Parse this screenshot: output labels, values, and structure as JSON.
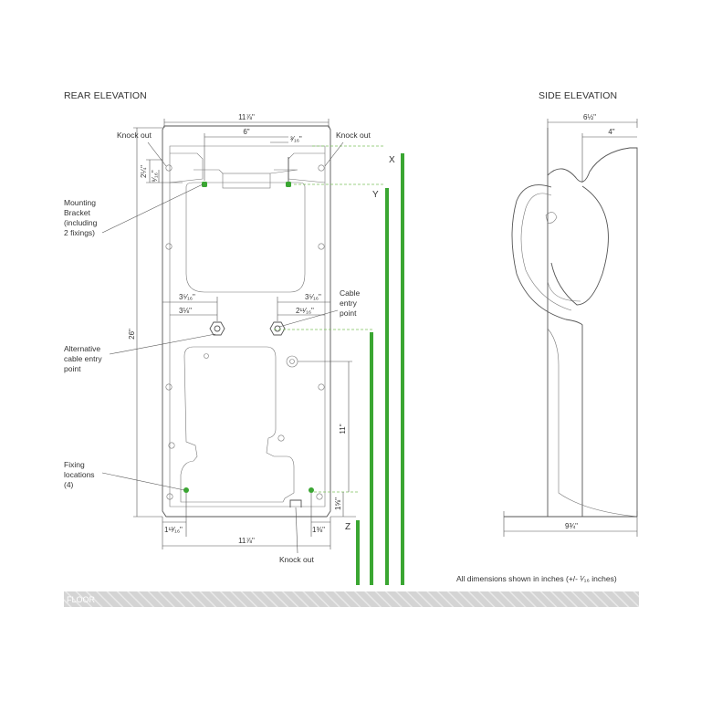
{
  "headings": {
    "rear": "REAR ELEVATION",
    "side": "SIDE ELEVATION"
  },
  "labels": {
    "knock_out_left": "Knock out",
    "knock_out_right": "Knock out",
    "knock_out_bottom": "Knock out",
    "mounting_bracket": [
      "Mounting",
      "Bracket",
      "(including",
      "2 fixings)"
    ],
    "cable_entry": [
      "Cable",
      "entry",
      "point"
    ],
    "alt_cable_entry": [
      "Alternative",
      "cable entry",
      "point"
    ],
    "fixing_locations": [
      "Fixing",
      "locations",
      "(4)"
    ]
  },
  "dimensions": {
    "top_width": "11⅞\"",
    "top_six": "6\"",
    "top_small": "³⁄₁₆\"",
    "left_top_1": "2¼\"",
    "left_top_2": "⁹⁄₁₆\"",
    "left_3_5_16": "3⁵⁄₁₆\"",
    "left_3_1_8": "3⅛\"",
    "right_3_5_16": "3⁵⁄₁₆\"",
    "right_2_11_16": "2¹¹⁄₁₆\"",
    "height_26": "26\"",
    "height_11": "11\"",
    "small_1_5_8": "1⅝\"",
    "bottom_left": "1¹³⁄₁₆\"",
    "bottom_right": "1⅜\"",
    "bottom_width": "11⅞\"",
    "side_top": "6½\"",
    "side_4": "4\"",
    "side_bottom": "9¾\""
  },
  "markers": {
    "x": "X",
    "y": "Y",
    "z": "Z"
  },
  "note": "All dimensions shown in inches (+/- ¹⁄₁₆ inches)",
  "floor": "FLOOR",
  "colors": {
    "accent_green": "#3aa632",
    "floor_band": "#cfcfcf",
    "line": "#555555"
  }
}
